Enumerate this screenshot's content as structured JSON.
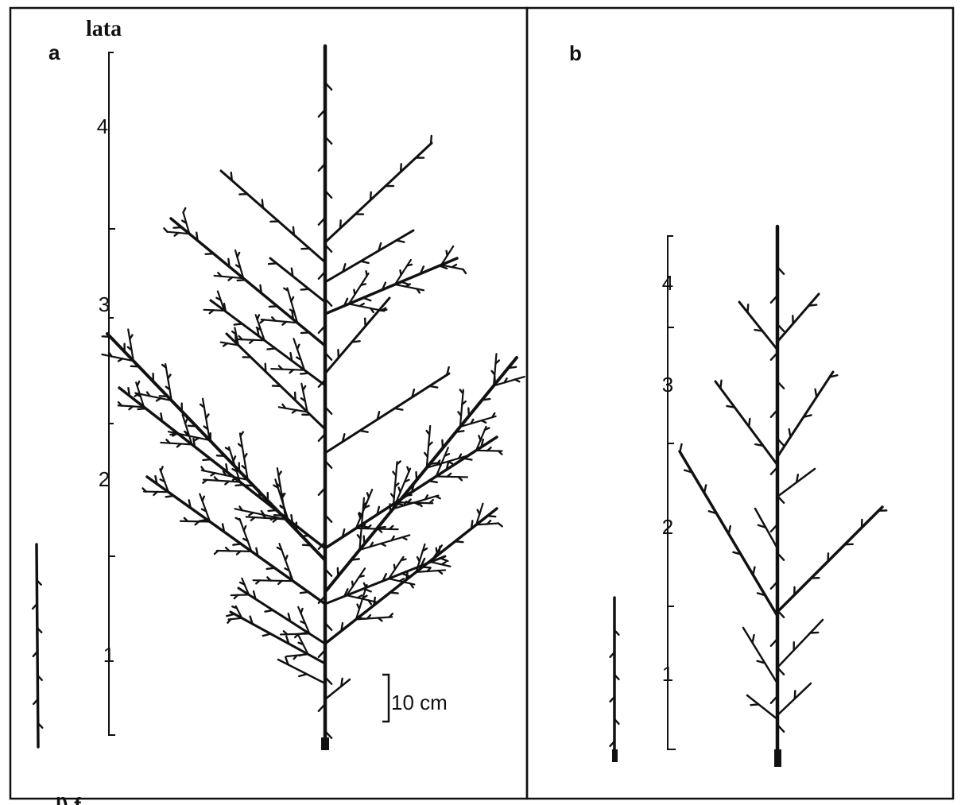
{
  "header_label": "lata",
  "panels": [
    {
      "id": "a",
      "label": "a",
      "year_markers": [
        "1",
        "2",
        "3",
        "4"
      ]
    },
    {
      "id": "b",
      "label": "b",
      "year_markers": [
        "1",
        "2",
        "3",
        "4"
      ]
    }
  ],
  "scale_bar": {
    "label": "10 cm"
  },
  "footer_caption": "l) f...  ...",
  "colors": {
    "ink": "#111111",
    "paper": "#ffffff"
  }
}
